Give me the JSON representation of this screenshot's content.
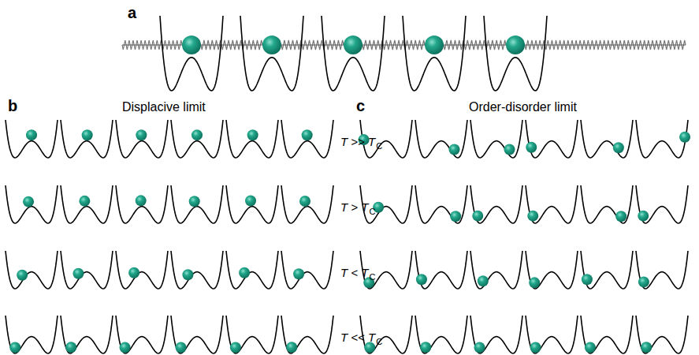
{
  "diagram": {
    "labels": [
      "a",
      "b",
      "Displacive limit",
      "c",
      "Order-disorder limit",
      "T >> T",
      "C",
      "T > T",
      "C",
      "T < T",
      "C",
      "T << T",
      "C"
    ]
  }
}
